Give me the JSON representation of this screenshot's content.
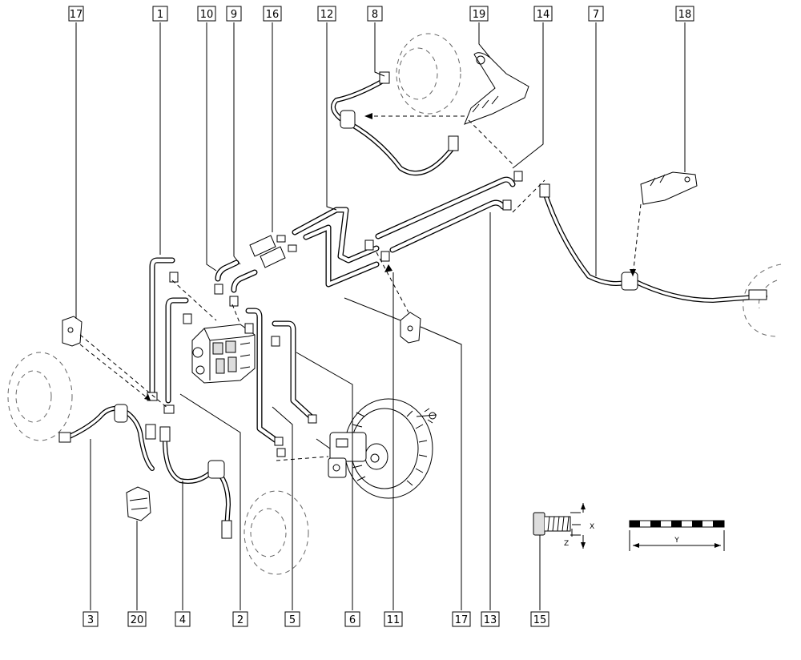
{
  "callouts_top": [
    "17",
    "1",
    "10",
    "9",
    "16",
    "12",
    "8",
    "19",
    "14",
    "7",
    "18"
  ],
  "callouts_bottom": [
    "3",
    "20",
    "4",
    "2",
    "5",
    "6",
    "11",
    "17",
    "13",
    "15"
  ],
  "dimensions": {
    "x": "X",
    "y": "Y",
    "z": "Z"
  }
}
